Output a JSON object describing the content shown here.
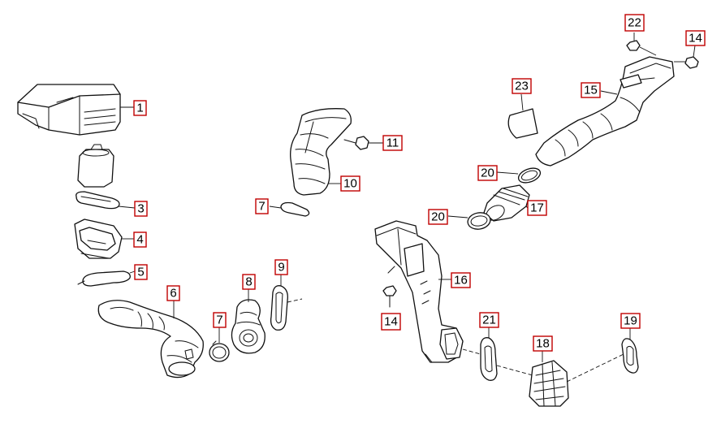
{
  "diagram": {
    "style": {
      "callout_border": "#c00000",
      "line_color": "#111111",
      "background": "#ffffff"
    },
    "callouts": [
      {
        "id": "c1",
        "label": "1"
      },
      {
        "id": "c3",
        "label": "3"
      },
      {
        "id": "c4",
        "label": "4"
      },
      {
        "id": "c5",
        "label": "5"
      },
      {
        "id": "c6",
        "label": "6"
      },
      {
        "id": "c7a",
        "label": "7"
      },
      {
        "id": "c8",
        "label": "8"
      },
      {
        "id": "c9",
        "label": "9"
      },
      {
        "id": "c7b",
        "label": "7"
      },
      {
        "id": "c10",
        "label": "10"
      },
      {
        "id": "c11",
        "label": "11"
      },
      {
        "id": "c22",
        "label": "22"
      },
      {
        "id": "c14a",
        "label": "14"
      },
      {
        "id": "c15",
        "label": "15"
      },
      {
        "id": "c23",
        "label": "23"
      },
      {
        "id": "c20a",
        "label": "20"
      },
      {
        "id": "c17",
        "label": "17"
      },
      {
        "id": "c20b",
        "label": "20"
      },
      {
        "id": "c16",
        "label": "16"
      },
      {
        "id": "c14b",
        "label": "14"
      },
      {
        "id": "c21",
        "label": "21"
      },
      {
        "id": "c18",
        "label": "18"
      },
      {
        "id": "c19",
        "label": "19"
      }
    ]
  }
}
